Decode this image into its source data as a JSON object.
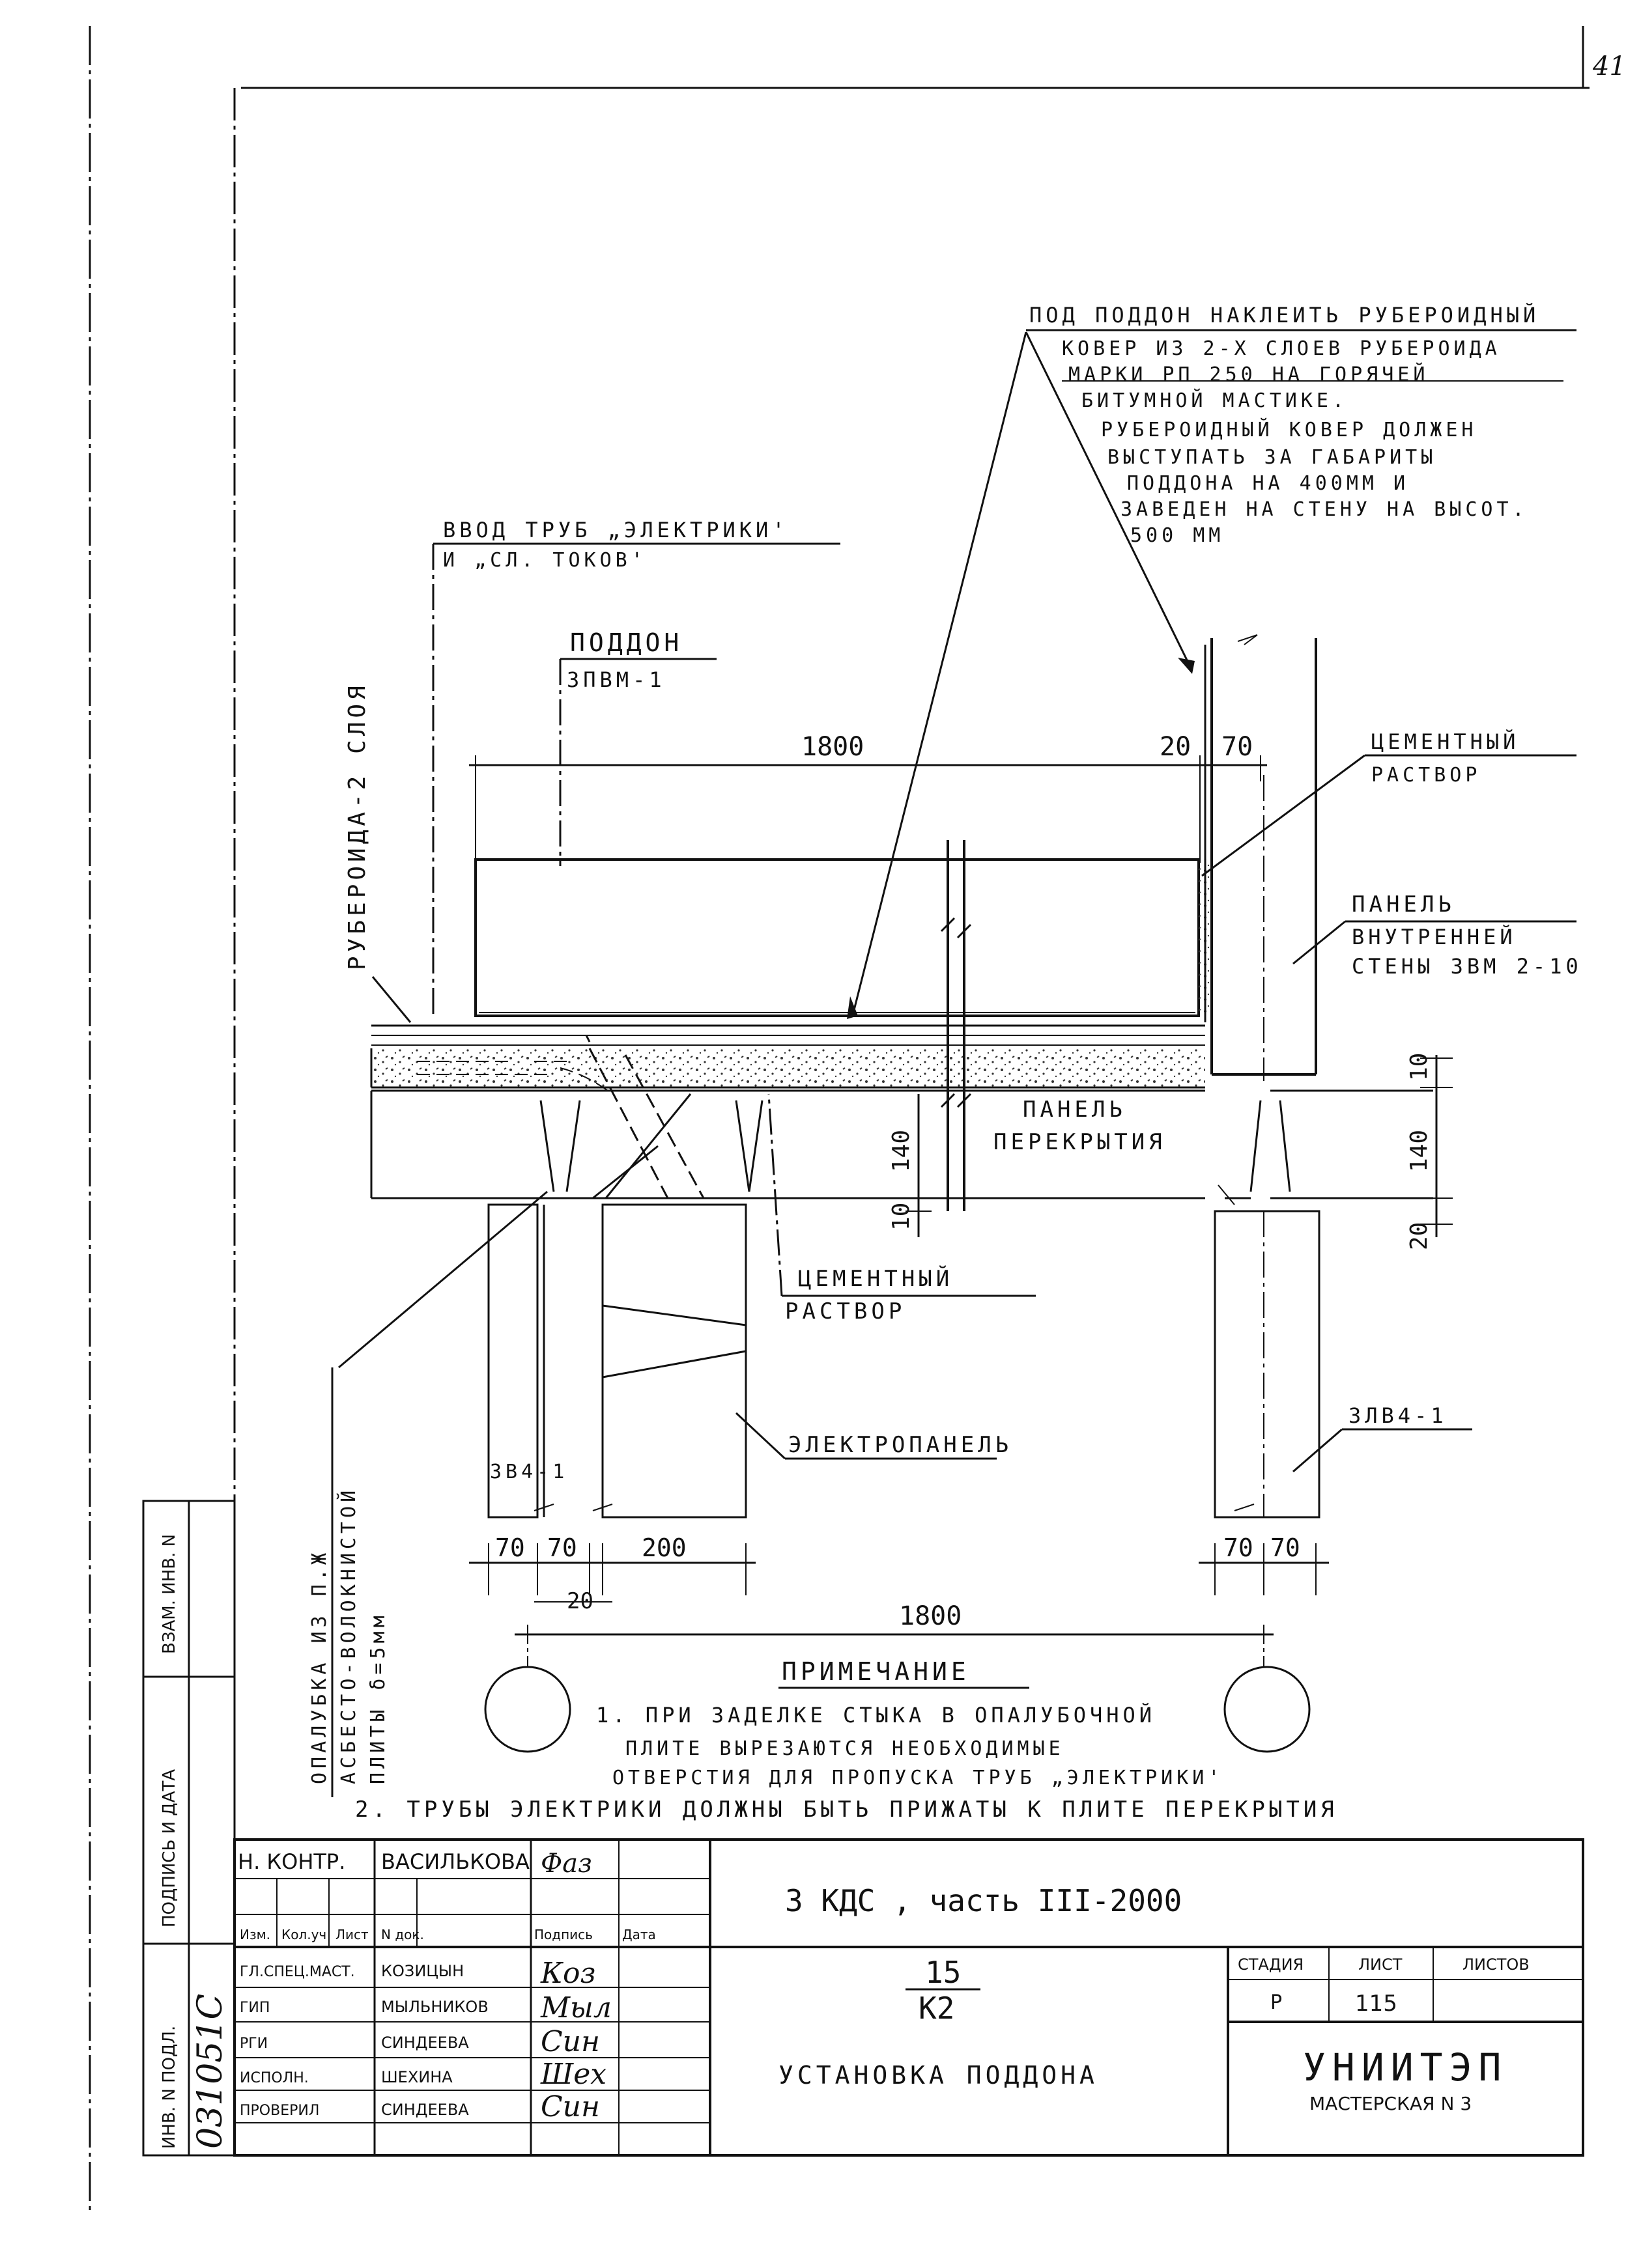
{
  "page_number": "41",
  "callouts": {
    "rubber_carpet": [
      "ПОД ПОДДОН НАКЛЕИТЬ РУБЕРОИДНЫЙ",
      "КОВЕР ИЗ 2-Х СЛОЕВ РУБЕРОИДА",
      "МАРКИ РП 250 НА ГОРЯЧЕЙ",
      "БИТУМНОЙ МАСТИКЕ.",
      "РУБЕРОИДНЫЙ КОВЕР ДОЛЖЕН",
      "ВЫСТУПАТЬ ЗА ГАБАРИТЫ",
      "ПОДДОНА НА 400ММ И",
      "ЗАВЕДЕН НА СТЕНУ НА ВЫСОТ.",
      "500 ММ"
    ],
    "pipe_entry": [
      "ВВОД ТРУБ „ЭЛЕКТРИКИ'",
      "И „СЛ. ТОКОВ'"
    ],
    "tray": [
      "ПОДДОН",
      "3ПВМ-1"
    ],
    "roofing_two_layers": "РУБЕРОИДА-2 СЛОЯ",
    "cement_mortar_top": [
      "ЦЕМЕНТНЫЙ",
      "РАСТВОР"
    ],
    "inner_panel": [
      "ПАНЕЛЬ",
      "ВНУТРЕННЕЙ",
      "СТЕНЫ 3ВМ 2-10"
    ],
    "floor_panel": [
      "ПАНЕЛЬ",
      "ПЕРЕКРЫТИЯ"
    ],
    "cement_mortar_bottom": [
      "ЦЕМЕНТНЫЙ",
      "РАСТВОР"
    ],
    "formwork": [
      "ОПАЛУБКА ИЗ П.Ж",
      "АСБЕСТО-ВОЛОКНИСТОЙ",
      "ПЛИТЫ δ=5мм"
    ],
    "el_panel": "ЭЛЕКТРОПАНЕЛЬ",
    "wall_left": "3В4-1",
    "wall_right": "3ЛВ4-1"
  },
  "dimensions": {
    "tray_width": "1800",
    "gap20": "20",
    "wall70": "70",
    "h10_top": "10",
    "h140_right": "140",
    "h20_right": "20",
    "h140_left": "140",
    "h10_left": "10",
    "b70a": "70",
    "b70b": "70",
    "b200": "200",
    "b20": "20",
    "b70c": "70",
    "b70d": "70",
    "axis1800": "1800"
  },
  "notes": {
    "title": "ПРИМЕЧАНИЕ",
    "items": [
      "1. ПРИ ЗАДЕЛКЕ СТЫКА В ОПАЛУБОЧНОЙ",
      "ПЛИТЕ ВЫРЕЗАЮТСЯ НЕОБХОДИМЫЕ",
      "ОТВЕРСТИЯ ДЛЯ ПРОПУСКА ТРУБ „ЭЛЕКТРИКИ'",
      "2. ТРУБЫ ЭЛЕКТРИКИ ДОЛЖНЫ БЫТЬ ПРИЖАТЫ К ПЛИТЕ ПЕРЕКРЫТИЯ"
    ]
  },
  "side_stamp": {
    "vzam": "ВЗАМ. ИНВ. N",
    "podpis": "ПОДПИСЬ И ДАТА",
    "inv": "ИНВ. N ПОДЛ.",
    "inv_number": "031051С"
  },
  "title_block": {
    "nkontr_role": "Н. КОНТР.",
    "nkontr_name": "ВАСИЛЬКОВА",
    "headers": [
      "Изм.",
      "Кол.уч",
      "Лист",
      "N док.",
      "Подпись",
      "Дата"
    ],
    "rows": [
      {
        "role": "ГЛ.СПЕЦ.МАСТ.",
        "name": "КОЗИЦЫН"
      },
      {
        "role": "ГИП",
        "name": "МЫЛЬНИКОВ"
      },
      {
        "role": "РГИ",
        "name": "СИНДЕЕВА"
      },
      {
        "role": "ИСПОЛН.",
        "name": "ШЕХИНА"
      },
      {
        "role": "ПРОВЕРИЛ",
        "name": "СИНДЕЕВА"
      }
    ],
    "project": "3 КДС , часть III-2000",
    "sheet_code_top": "15",
    "sheet_code_bottom": "К2",
    "drawing_title": "УСТАНОВКА ПОДДОНА",
    "stage_label": "СТАДИЯ",
    "sheet_label": "ЛИСТ",
    "sheets_label": "ЛИСТОВ",
    "stage_value": "Р",
    "sheet_value": "115",
    "org_name": "УНИИТЭП",
    "org_sub": "МАСТЕРСКАЯ N 3"
  }
}
